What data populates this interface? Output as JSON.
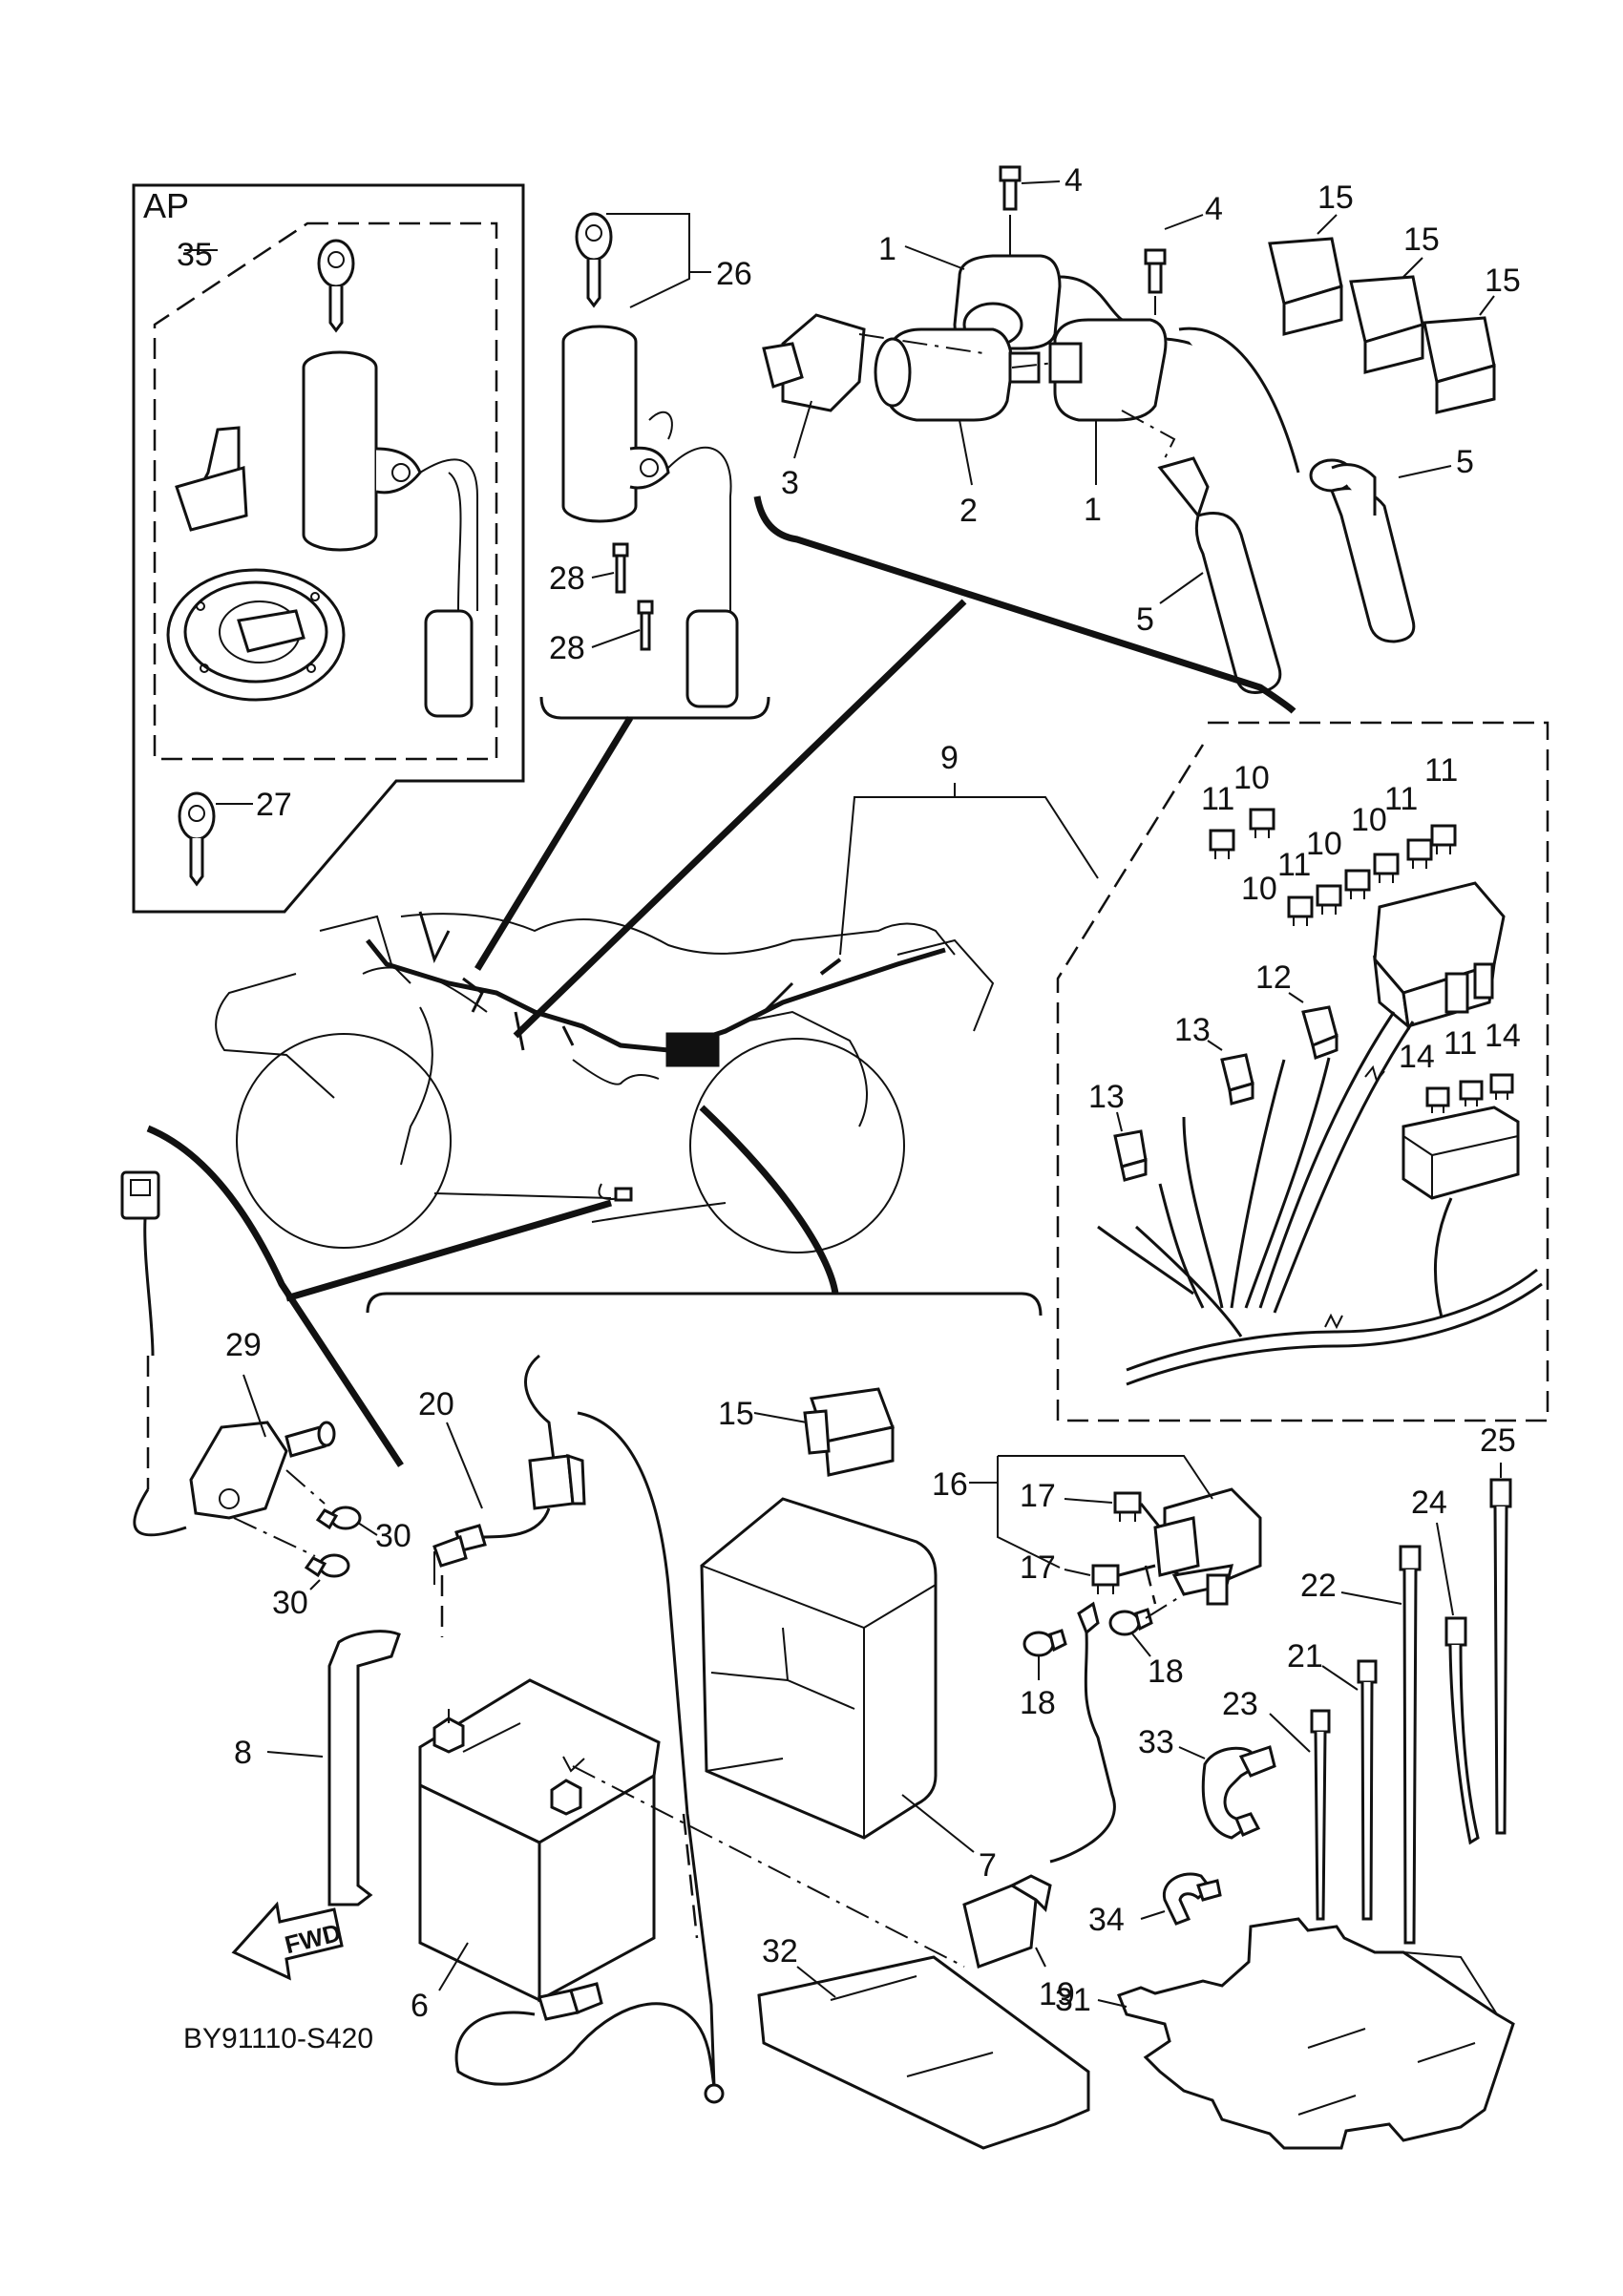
{
  "diagram": {
    "group_label": "AP",
    "drawing_code": "BY91110-S420",
    "direction_label": "FWD",
    "callouts": {
      "c1a": "1",
      "c1b": "1",
      "c2": "2",
      "c3": "3",
      "c4a": "4",
      "c4b": "4",
      "c5a": "5",
      "c5b": "5",
      "c6": "6",
      "c7": "7",
      "c8": "8",
      "c9": "9",
      "c10a": "10",
      "c10b": "10",
      "c10c": "10",
      "c10d": "10",
      "c11a": "11",
      "c11b": "11",
      "c11c": "11",
      "c11d": "11",
      "c11e": "11",
      "c12": "12",
      "c13a": "13",
      "c13b": "13",
      "c14a": "14",
      "c14b": "14",
      "c15a": "15",
      "c15b": "15",
      "c15c": "15",
      "c15d": "15",
      "c16": "16",
      "c17a": "17",
      "c17b": "17",
      "c18a": "18",
      "c18b": "18",
      "c19": "19",
      "c20": "20",
      "c21": "21",
      "c22": "22",
      "c23": "23",
      "c24": "24",
      "c25": "25",
      "c26": "26",
      "c27": "27",
      "c28a": "28",
      "c28b": "28",
      "c29": "29",
      "c30a": "30",
      "c30b": "30",
      "c31": "31",
      "c32": "32",
      "c33": "33",
      "c34": "34",
      "c35": "35"
    }
  }
}
